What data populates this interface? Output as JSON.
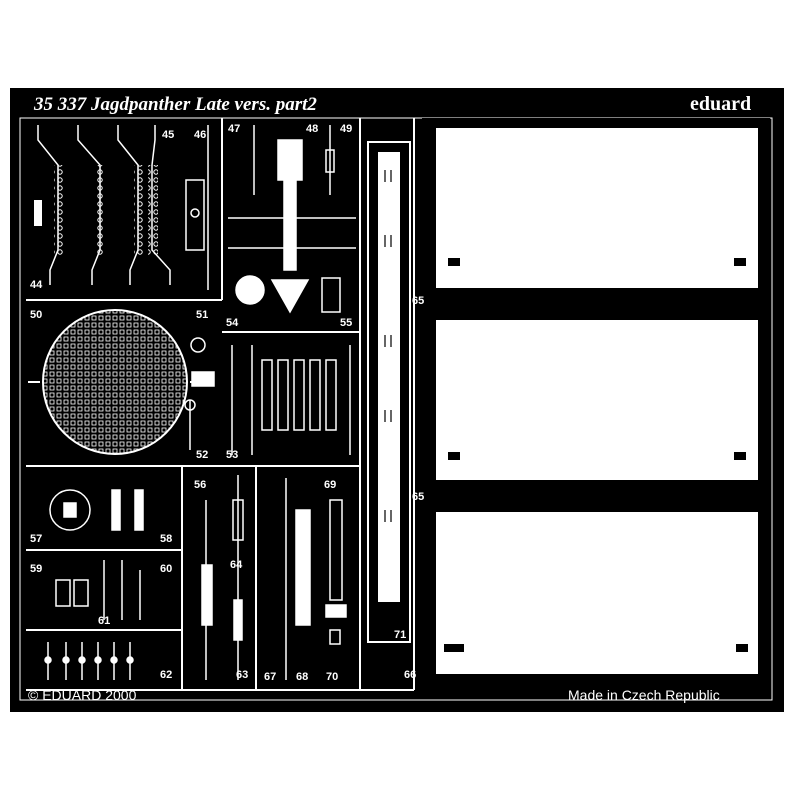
{
  "header": {
    "title": "35 337  Jagdpanther Late vers.   part2",
    "brand": "eduard"
  },
  "footer": {
    "copyright": "© EDUARD 2000",
    "origin": "Made in Czech Republic"
  },
  "part_numbers": {
    "p44": "44",
    "p45": "45",
    "p46": "46",
    "p47": "47",
    "p48": "48",
    "p49": "49",
    "p50": "50",
    "p51": "51",
    "p52": "52",
    "p53": "53",
    "p54": "54",
    "p55": "55",
    "p56": "56",
    "p57": "57",
    "p58": "58",
    "p59": "59",
    "p60": "60",
    "p61": "61",
    "p62": "62",
    "p63": "63",
    "p64": "64",
    "p65a": "65",
    "p65b": "65",
    "p66": "66",
    "p67": "67",
    "p68": "68",
    "p69": "69",
    "p70": "70",
    "p71": "71"
  },
  "colors": {
    "metal": "#000000",
    "etched": "#ffffff"
  }
}
